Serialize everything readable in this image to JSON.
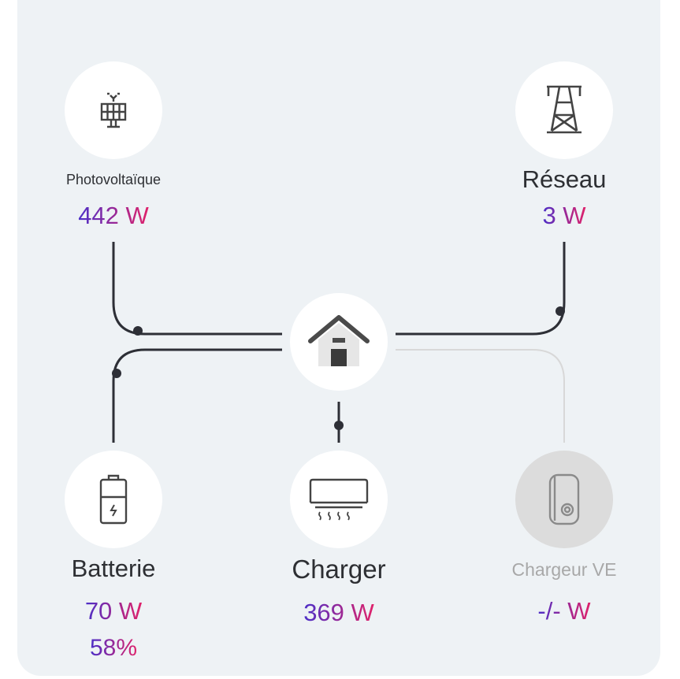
{
  "nodes": {
    "pv": {
      "label": "Photovoltaïque",
      "power": "442 W",
      "icon": "solar-panel-icon"
    },
    "grid": {
      "label": "Réseau",
      "power": "3 W",
      "icon": "power-tower-icon"
    },
    "home": {
      "icon": "house-icon"
    },
    "battery": {
      "label": "Batterie",
      "power": "70 W",
      "soc": "58%",
      "icon": "battery-icon"
    },
    "charger": {
      "label": "Charger",
      "power": "369 W",
      "icon": "air-conditioner-icon"
    },
    "ev": {
      "label": "Chargeur VE",
      "power": "-/- W",
      "icon": "ev-charger-icon"
    }
  },
  "colors": {
    "card": "#eef2f5",
    "line": "#2d2f36",
    "inactive_line": "#d8d8d8",
    "value_start": "#4b2fc8",
    "value_end": "#e0226a"
  }
}
